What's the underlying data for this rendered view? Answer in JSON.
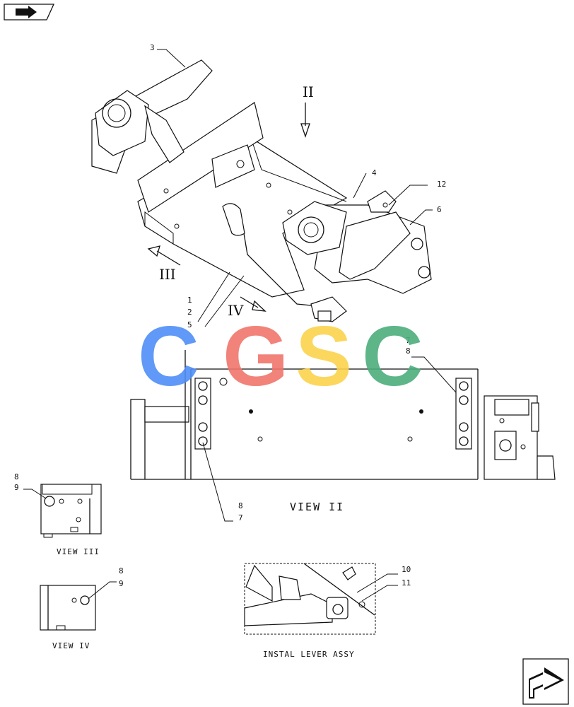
{
  "watermark": {
    "letters": [
      "C",
      "G",
      "S",
      "C"
    ],
    "colors": [
      "#4f8ff7",
      "#f0766c",
      "#fcd34d",
      "#4cae7c"
    ]
  },
  "callouts": {
    "c3": "3",
    "c4": "4",
    "c12": "12",
    "c6": "6",
    "c1": "1",
    "c2": "2",
    "c5": "5",
    "c7a": "7",
    "c8a": "8",
    "c8b": "8",
    "c7b": "7",
    "c8c": "8",
    "c9c": "9",
    "c8d": "8",
    "c9d": "9",
    "c10": "10",
    "c11": "11"
  },
  "view_arrows": {
    "ii": "II",
    "iii": "III",
    "iv": "IV"
  },
  "captions": {
    "view_ii": "VIEW II",
    "view_iii": "VIEW III",
    "view_iv": "VIEW IV",
    "instal": "INSTAL LEVER ASSY"
  }
}
